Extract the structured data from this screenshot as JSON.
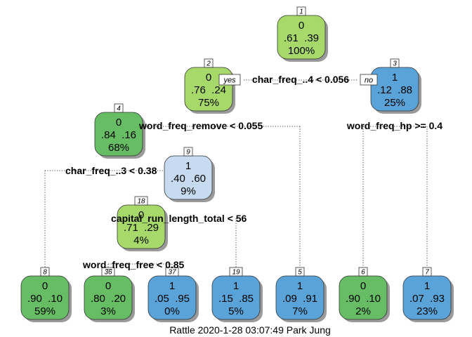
{
  "colors": {
    "strong_green": "#66bd63",
    "light_green": "#a6d96a",
    "strong_blue": "#5aa3d8",
    "light_blue": "#c6dbef"
  },
  "branch_labels": {
    "yes": "yes",
    "no": "no"
  },
  "caption": "Rattle 2020-1-28 03:07:49 Park Jung",
  "nodes": [
    {
      "id": "1",
      "cls": "0",
      "probs": ".61  .39",
      "pct": "100%",
      "fill": "light_green"
    },
    {
      "id": "2",
      "cls": "0",
      "probs": ".76  .24",
      "pct": "75%",
      "fill": "light_green"
    },
    {
      "id": "3",
      "cls": "1",
      "probs": ".12  .88",
      "pct": "25%",
      "fill": "strong_blue"
    },
    {
      "id": "4",
      "cls": "0",
      "probs": ".84  .16",
      "pct": "68%",
      "fill": "strong_green"
    },
    {
      "id": "9",
      "cls": "1",
      "probs": ".40  .60",
      "pct": "9%",
      "fill": "light_blue"
    },
    {
      "id": "18",
      "cls": "0",
      "probs": ".71  .29",
      "pct": "4%",
      "fill": "light_green"
    },
    {
      "id": "8",
      "cls": "0",
      "probs": ".90  .10",
      "pct": "59%",
      "fill": "strong_green"
    },
    {
      "id": "36",
      "cls": "0",
      "probs": ".80  .20",
      "pct": "3%",
      "fill": "strong_green"
    },
    {
      "id": "37",
      "cls": "1",
      "probs": ".05  .95",
      "pct": "0%",
      "fill": "strong_blue"
    },
    {
      "id": "19",
      "cls": "1",
      "probs": ".15  .85",
      "pct": "5%",
      "fill": "strong_blue"
    },
    {
      "id": "5",
      "cls": "1",
      "probs": ".09  .91",
      "pct": "7%",
      "fill": "strong_blue"
    },
    {
      "id": "6",
      "cls": "0",
      "probs": ".90  .10",
      "pct": "2%",
      "fill": "strong_green"
    },
    {
      "id": "7",
      "cls": "1",
      "probs": ".07  .93",
      "pct": "23%",
      "fill": "strong_blue"
    }
  ],
  "splits": [
    {
      "label": "char_freq_..4 < 0.056"
    },
    {
      "label": "word_freq_remove < 0.055"
    },
    {
      "label": "word_freq_hp >= 0.4"
    },
    {
      "label": "char_freq_..3 < 0.38"
    },
    {
      "label": "capital_run_length_total < 56"
    },
    {
      "label": "word_freq_free < 0.85"
    }
  ]
}
